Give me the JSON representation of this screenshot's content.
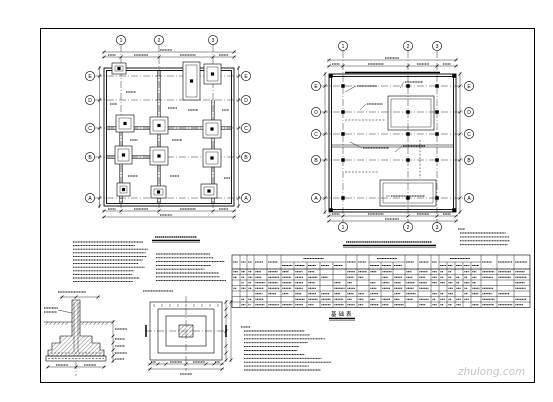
{
  "left_plan": {
    "top_axes": [
      "1",
      "2",
      "3"
    ],
    "side_axes": [
      "E",
      "D",
      "C",
      "B",
      "A"
    ]
  },
  "right_plan": {
    "top_axes": [
      "1",
      "2",
      "3"
    ],
    "side_axes": [
      "E",
      "D",
      "C",
      "B",
      "A"
    ]
  },
  "table": {
    "title": "基础表"
  },
  "watermark": {
    "text": "zhulong.com"
  },
  "colors": {
    "ink": "#000000",
    "paper": "#ffffff",
    "watermark": "#c4c4c4"
  }
}
